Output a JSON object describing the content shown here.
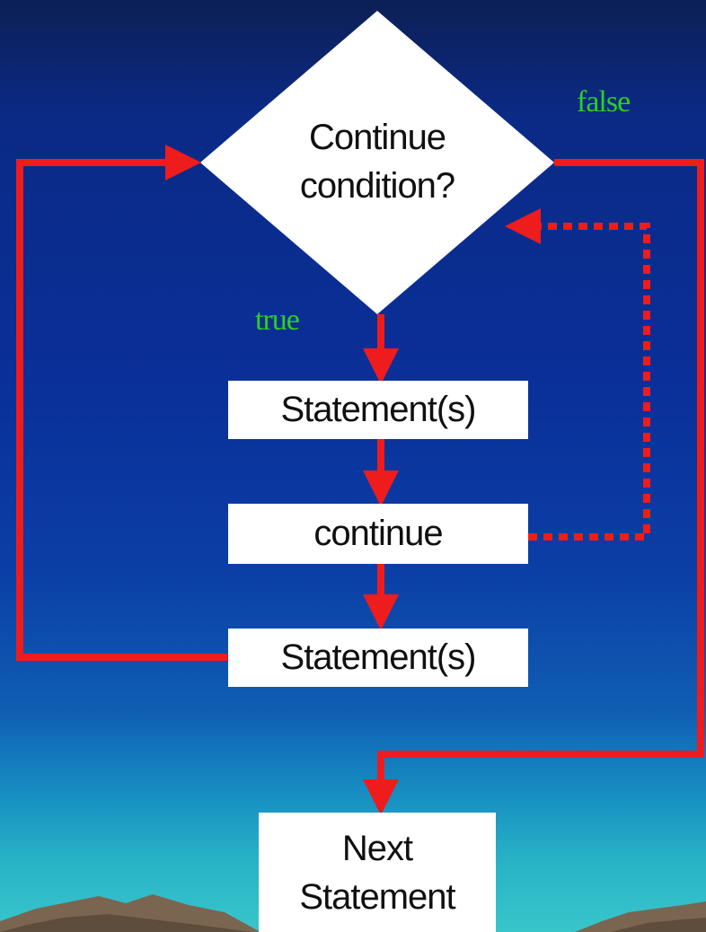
{
  "decision": {
    "line1": "Continue",
    "line2": "condition?"
  },
  "labels": {
    "false": "false",
    "true": "true"
  },
  "boxes": {
    "statement_1": "Statement(s)",
    "continue": "continue",
    "statement_2": "Statement(s)",
    "next_line1": "Next",
    "next_line2": "Statement"
  },
  "colors": {
    "arrow": "#ee1c1c",
    "label_text": "#2bd11d",
    "background_top": "#0b2a86",
    "background_bottom": "#38c6cb"
  }
}
